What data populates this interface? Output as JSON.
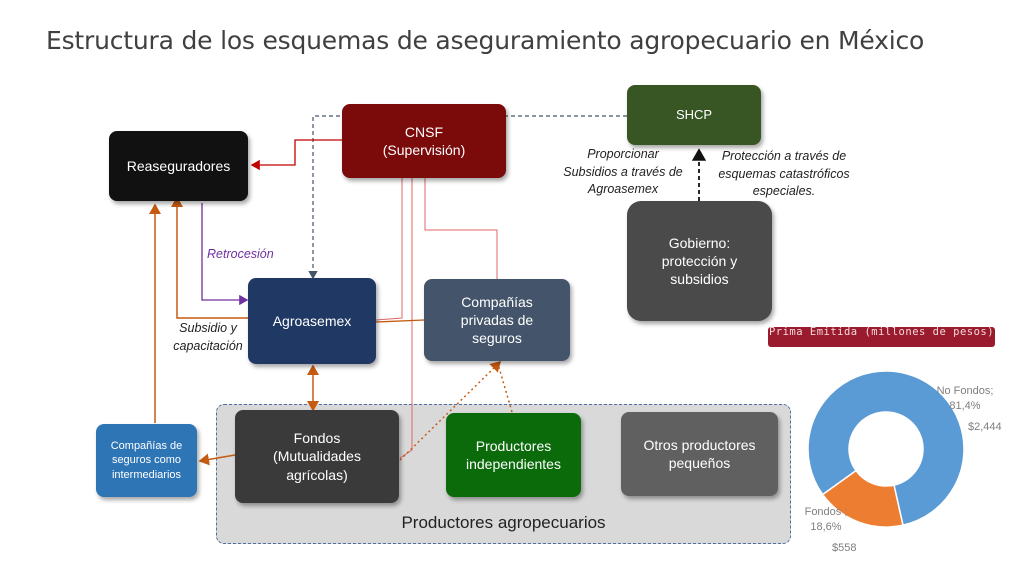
{
  "title": "Estructura de los esquemas de aseguramiento agropecuario en México",
  "nodes": {
    "reaseguradores": "Reaseguradores",
    "cnsf": "CNSF\n(Supervisión)",
    "shcp": "SHCP",
    "gobierno": "Gobierno:\nprotección y\nsubsidios",
    "agroasemex": "Agroasemex",
    "companias_privadas": "Compañías\nprivadas de\nseguros",
    "companias_intermediarios": "Compañías de\nseguros como\nintermediarios",
    "fondos": "Fondos\n(Mutualidades\nagrícolas)",
    "productores_independientes": "Productores\nindependientes",
    "otros_productores": "Otros productores\npequeños"
  },
  "group_label": "Productores agropecuarios",
  "edge_labels": {
    "retrocesion": "Retrocesión",
    "subsidio": "Subsidio y\ncapacitación",
    "proporcionar": "Proporcionar\nSubsidios a través de\nAgroasemex",
    "proteccion": "Protección a través de\nesquemas catastróficos\nespeciales."
  },
  "colors": {
    "reaseguradores": "#111111",
    "cnsf": "#7b0a0a",
    "shcp": "#375623",
    "gobierno": "#4a4a4a",
    "agroasemex": "#1f3864",
    "companias_privadas": "#44546a",
    "companias_intermediarios": "#2e75b6",
    "fondos": "#3a3a3a",
    "productores_independientes": "#0b6b0b",
    "otros_productores": "#606060",
    "arrow_orange": "#c55a11",
    "arrow_red": "#c00000",
    "arrow_purple": "#7030a0",
    "arrow_blue": "#44546a"
  },
  "chart_data": {
    "type": "pie",
    "donut": true,
    "title": "Prima Emitida (millones de pesos)",
    "categories": [
      "No Fondos",
      "Fondos"
    ],
    "values": [
      2444,
      558
    ],
    "percent_labels": [
      "No Fondos;\n81,4%",
      "Fondos ;\n18,6%"
    ],
    "value_labels": [
      "$2,444",
      "$558"
    ],
    "colors": [
      "#5b9bd5",
      "#ed7d31"
    ]
  }
}
